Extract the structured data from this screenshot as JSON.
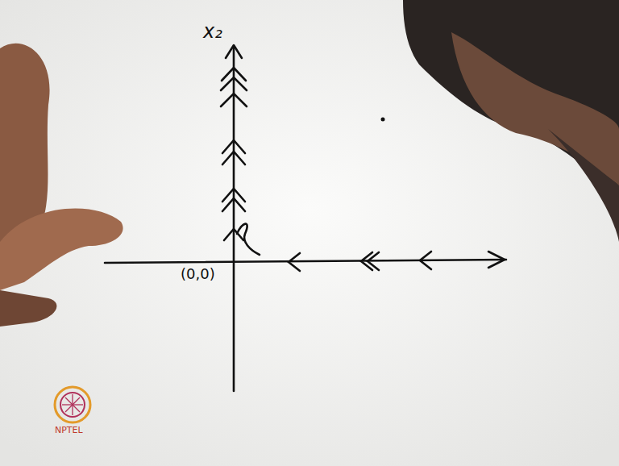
{
  "diagram": {
    "labels": [
      "x₂",
      "(0,0)",
      "NPTEL"
    ]
  }
}
